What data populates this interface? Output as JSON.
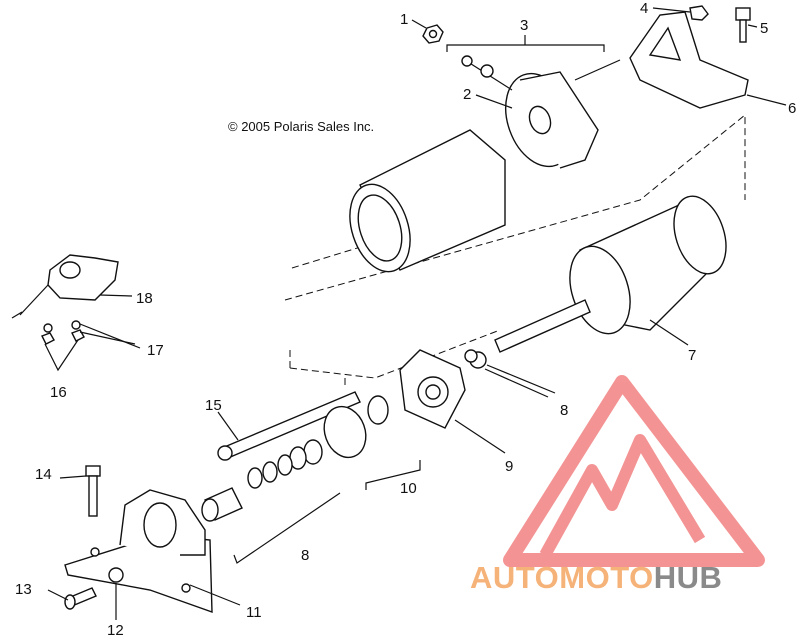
{
  "copyright": "© 2005 Polaris Sales Inc.",
  "watermark": {
    "part1": "AUTOMOTO",
    "part2": "HUB",
    "color1": "#f5b37a",
    "color2": "#8a8a8a",
    "logo_color": "#f07070"
  },
  "callouts": {
    "c1": "1",
    "c2": "2",
    "c3": "3",
    "c4": "4",
    "c5": "5",
    "c6": "6",
    "c7": "7",
    "c8a": "8",
    "c8b": "8",
    "c9": "9",
    "c10": "10",
    "c11": "11",
    "c12": "12",
    "c13": "13",
    "c14": "14",
    "c15": "15",
    "c16": "16",
    "c17": "17",
    "c18": "18"
  }
}
